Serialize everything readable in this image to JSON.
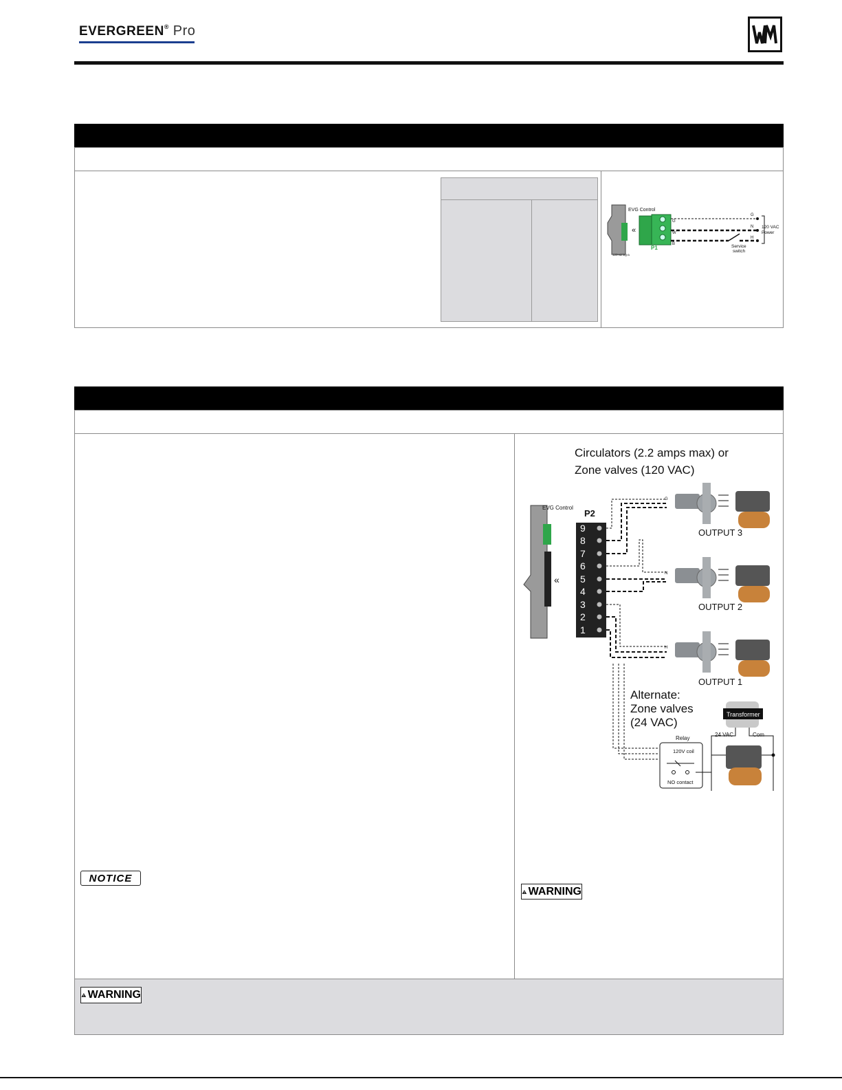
{
  "header": {
    "brand": "EVERGREEN",
    "brand_mark": "®",
    "brand_suffix": "Pro",
    "corner_logo": "W-M"
  },
  "section1": {
    "diagram": {
      "control_label": "EVG Control",
      "connector_label": "P1",
      "terminal_g": "G",
      "terminal_w": "W",
      "terminal_b": "B",
      "line_g": "G",
      "line_n": "N",
      "line_h": "H",
      "power_label_1": "120 VAC",
      "power_label_2": "Power",
      "switch_label_1": "Service",
      "switch_label_2": "switch",
      "footnote": "120-wiring-a"
    }
  },
  "section2": {
    "diagram": {
      "title_line_1": "Circulators (2.2 amps max) or",
      "title_line_2": "Zone valves (120 VAC)",
      "control_label": "EVG Control",
      "connector_label": "P2",
      "terminals": [
        "9",
        "8",
        "7",
        "6",
        "5",
        "4",
        "3",
        "2",
        "1"
      ],
      "output_3": "OUTPUT 3",
      "output_2": "OUTPUT 2",
      "output_1": "OUTPUT  1",
      "gnh": [
        "G",
        "N",
        "H"
      ],
      "alternate_1": "Alternate:",
      "alternate_2": "Zone valves",
      "alternate_3": "(24 VAC)",
      "transformer": "Transformer",
      "vac24": "24 VAC",
      "com": "Com",
      "relay": "Relay",
      "coil": "120V coil",
      "contact": "NO contact"
    },
    "notice_label": "NOTICE",
    "warning_label": "WARNING"
  },
  "footer_warning": {
    "label": "WARNING"
  }
}
